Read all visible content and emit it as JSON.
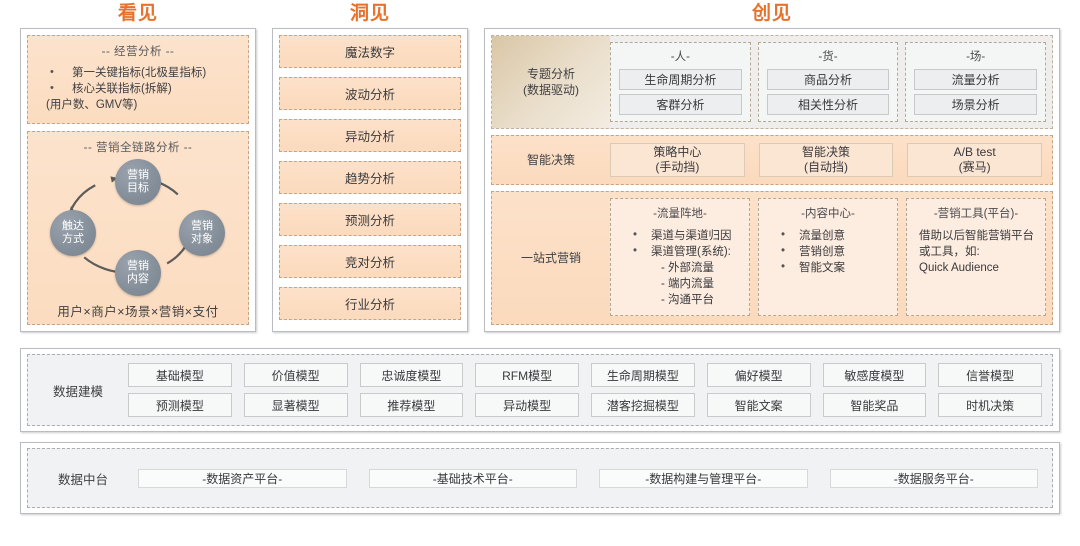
{
  "titles": {
    "kanjian": "看见",
    "dongjian": "洞见",
    "chuangjian": "创见"
  },
  "kanjian": {
    "business_analysis": {
      "heading": "-- 经营分析 --",
      "bullets": [
        "第一关键指标(北极星指标)",
        "核心关联指标(拆解)"
      ],
      "note": "(用户数、GMV等)"
    },
    "marketing_chain": {
      "heading": "-- 营销全链路分析 --",
      "nodes": {
        "goal": "营销\n目标",
        "object": "营销\n对象",
        "content": "营销\n内容",
        "reach": "触达\n方式"
      },
      "footer": "用户×商户×场景×营销×支付"
    }
  },
  "dongjian": {
    "items": [
      "魔法数字",
      "波动分析",
      "异动分析",
      "趋势分析",
      "预测分析",
      "竞对分析",
      "行业分析"
    ]
  },
  "chuangjian": {
    "topic_analysis": {
      "label": "专题分析\n(数据驱动)",
      "groups": [
        {
          "head": "-人-",
          "items": [
            "生命周期分析",
            "客群分析"
          ]
        },
        {
          "head": "-货-",
          "items": [
            "商品分析",
            "相关性分析"
          ]
        },
        {
          "head": "-场-",
          "items": [
            "流量分析",
            "场景分析"
          ]
        }
      ]
    },
    "smart_decision": {
      "label": "智能决策",
      "chips": [
        "策略中心\n(手动挡)",
        "智能决策\n(自动挡)",
        "A/B test\n(赛马)"
      ]
    },
    "onestop_marketing": {
      "label": "一站式营销",
      "groups": [
        {
          "head": "-流量阵地-",
          "bullets": [
            "渠道与渠道归因",
            "渠道管理(系统):"
          ],
          "subs": [
            "- 外部流量",
            "- 端内流量",
            "- 沟通平台"
          ],
          "free": []
        },
        {
          "head": "-内容中心-",
          "bullets": [
            "流量创意",
            "营销创意",
            "智能文案"
          ],
          "subs": [],
          "free": []
        },
        {
          "head": "-营销工具(平台)-",
          "bullets": [],
          "subs": [],
          "free": [
            "借助以后智能营销平台",
            "或工具，如:",
            "Quick Audience"
          ]
        }
      ]
    }
  },
  "modeling": {
    "label": "数据建模",
    "items": [
      "基础模型",
      "价值模型",
      "忠诚度模型",
      "RFM模型",
      "生命周期模型",
      "偏好模型",
      "敏感度模型",
      "信誉模型",
      "预测模型",
      "显著模型",
      "推荐模型",
      "异动模型",
      "潜客挖掘模型",
      "智能文案",
      "智能奖品",
      "时机决策"
    ]
  },
  "platform": {
    "label": "数据中台",
    "items": [
      "-数据资产平台-",
      "-基础技术平台-",
      "-数据构建与管理平台-",
      "-数据服务平台-"
    ]
  },
  "colors": {
    "title_orange": "#e8722c",
    "peach_fill": "#fbdfc6",
    "grey_fill": "#f1f2f3",
    "node_grey": "#848e99"
  }
}
